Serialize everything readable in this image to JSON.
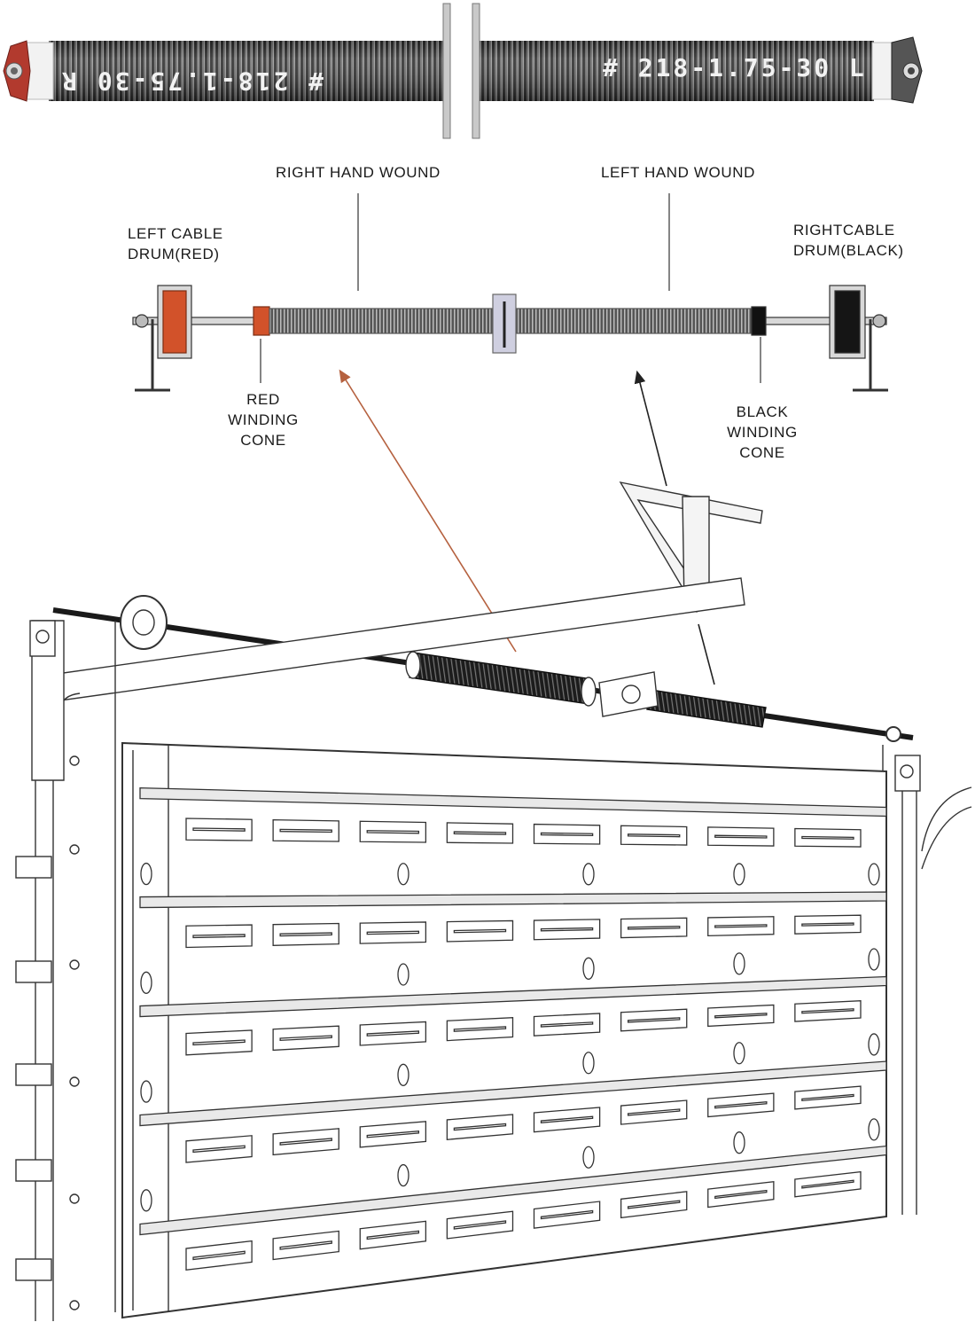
{
  "spring_stamps": {
    "right_spring": "# 218-1.75-30 R",
    "left_spring": "# 218-1.75-30 L"
  },
  "labels": {
    "right_hand_wound": "RIGHT HAND WOUND",
    "left_hand_wound": "LEFT HAND WOUND",
    "left_cable_drum": [
      "LEFT CABLE",
      "DRUM(RED)"
    ],
    "right_cable_drum": [
      "RIGHTCABLE",
      "DRUM(BLACK)"
    ],
    "red_winding_cone": [
      "RED",
      "WINDING",
      "CONE"
    ],
    "black_winding_cone": [
      "BLACK",
      "WINDING",
      "CONE"
    ]
  },
  "colors": {
    "spring_dark": "#2b2b2b",
    "red_cone": "#d2522a",
    "black_cone": "#111111",
    "red_arrow": "#b5613f",
    "line": "#333333"
  }
}
